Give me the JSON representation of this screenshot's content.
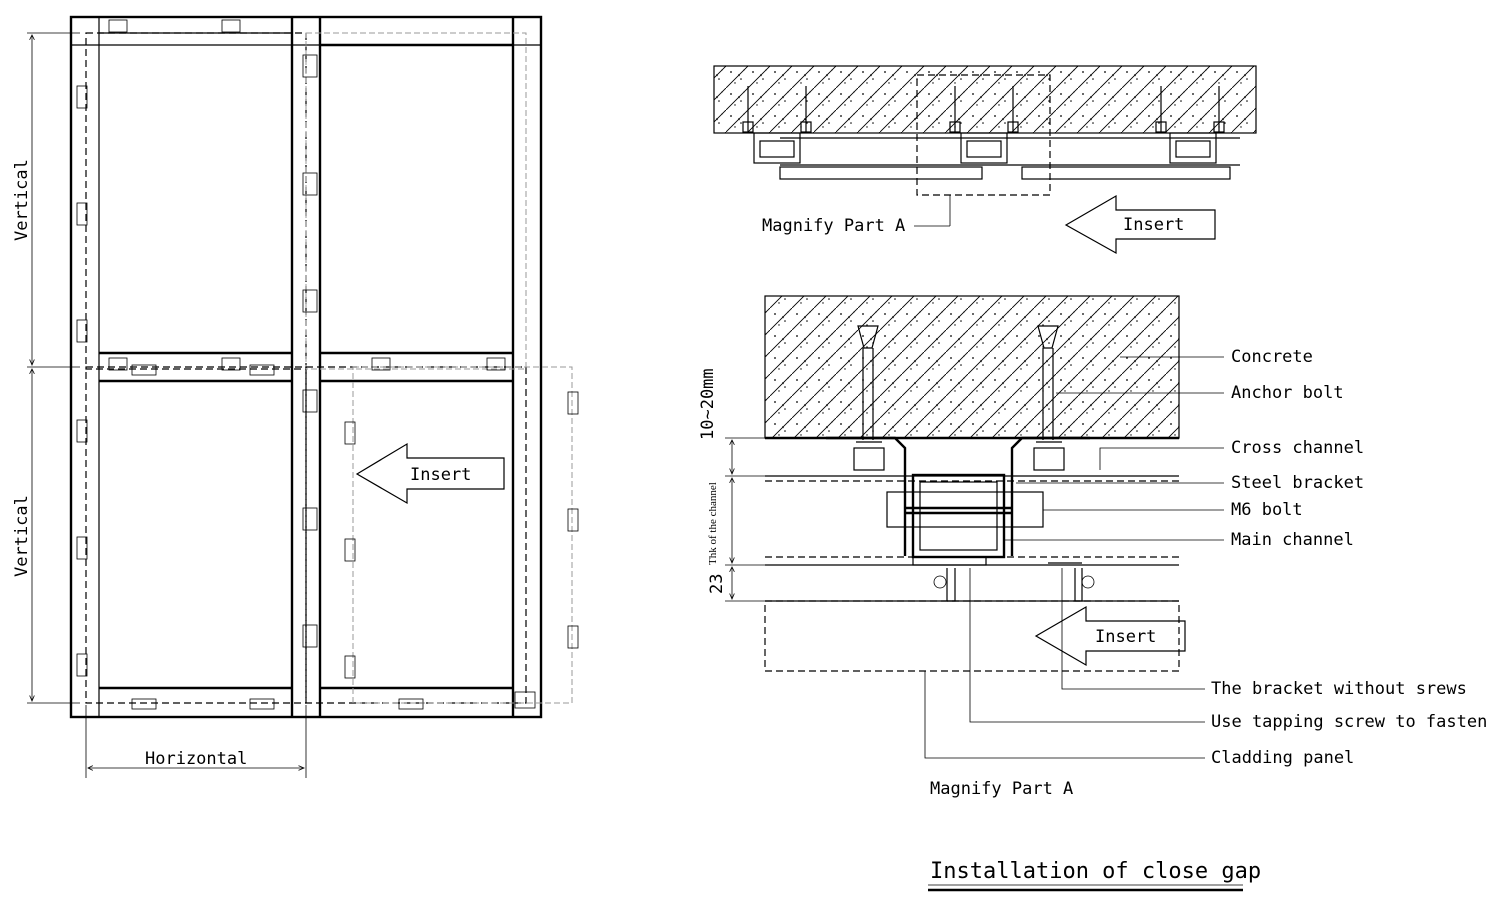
{
  "left_view": {
    "dimension_vertical_top": "Vertical",
    "dimension_vertical_bottom": "Vertical",
    "dimension_horizontal": "Horizontal",
    "insert_label": "Insert"
  },
  "top_section": {
    "magnify_label": "Magnify Part A",
    "insert_label": "Insert"
  },
  "detail": {
    "labels": {
      "concrete": "Concrete",
      "anchor_bolt": "Anchor bolt",
      "cross_channel": "Cross channel",
      "steel_bracket": "Steel bracket",
      "m6_bolt": "M6 bolt",
      "main_channel": "Main channel",
      "bracket_without_screws": "The bracket without srews",
      "tapping_screw": "Use tapping screw to fasten",
      "cladding_panel": "Cladding panel"
    },
    "dim_gap": "10~20mm",
    "dim_thk": "Thk of the channel",
    "dim_23": "23",
    "insert_label": "Insert",
    "magnify_caption": "Magnify Part A"
  },
  "title": "Installation of close gap"
}
